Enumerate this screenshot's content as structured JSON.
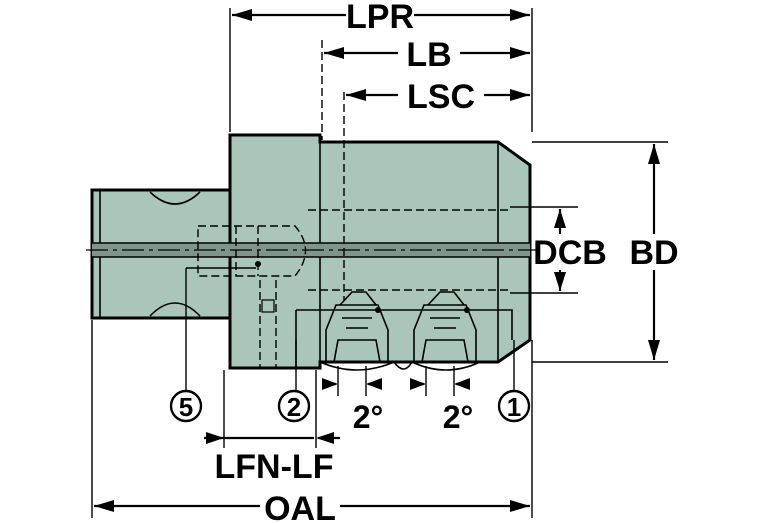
{
  "colors": {
    "body": "#a9c6b8",
    "line": "#000000",
    "background": "#ffffff"
  },
  "dimensions": {
    "lpr": "LPR",
    "lb": "LB",
    "lsc": "LSC",
    "dcb": "DCB",
    "bd": "BD",
    "lfn_lf": "LFN-LF",
    "oal": "OAL"
  },
  "angles": {
    "left": "2°",
    "right": "2°"
  },
  "callouts": {
    "c1": "1",
    "c2": "2",
    "c5": "5"
  }
}
